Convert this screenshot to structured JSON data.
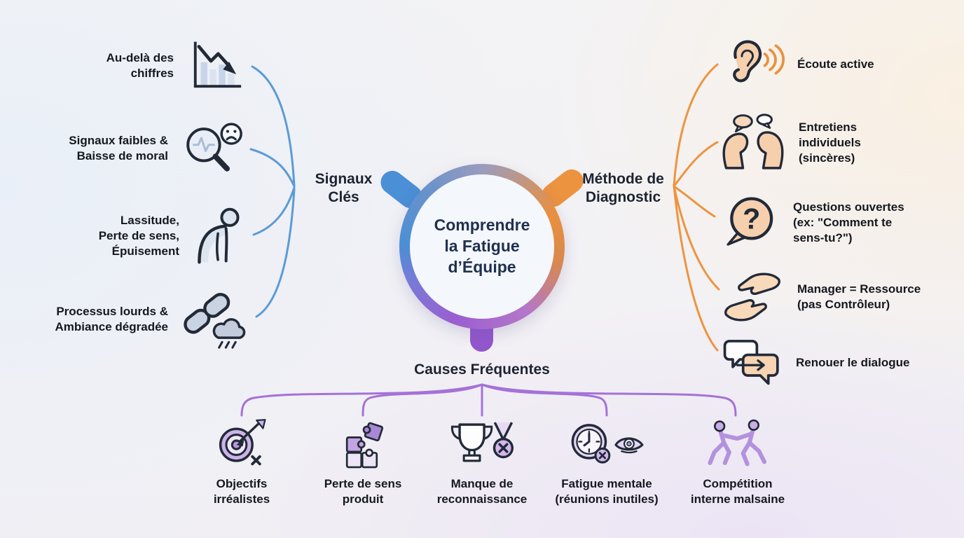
{
  "center": {
    "title_line1": "Comprendre",
    "title_line2": "la Fatigue",
    "title_line3": "d’Équipe"
  },
  "colors": {
    "left_branch": "#5b9bd5",
    "right_branch": "#ed9440",
    "bottom_branch": "#a571d8",
    "ring_blue": "#4b8fd6",
    "ring_orange": "#ec9340",
    "ring_purple": "#9257ce",
    "label_text": "#15181f"
  },
  "branches": {
    "left": {
      "label": "Signaux\nClés",
      "items": [
        {
          "icon": "declining-chart",
          "label": "Au-delà des\nchiffres"
        },
        {
          "icon": "magnifier-sad-face",
          "label": "Signaux faibles &\nBaisse de moral"
        },
        {
          "icon": "slumped-person",
          "label": "Lassitude,\nPerte de sens,\nÉpuisement"
        },
        {
          "icon": "chain-rain-cloud",
          "label": "Processus lourds &\nAmbiance dégradée"
        }
      ]
    },
    "right": {
      "label": "Méthode de\nDiagnostic",
      "items": [
        {
          "icon": "ear-listening",
          "label": "Écoute active"
        },
        {
          "icon": "two-faces-talking",
          "label": "Entretiens\nindividuels\n(sincères)"
        },
        {
          "icon": "question-speech-bubble",
          "label": "Questions ouvertes\n(ex: \"Comment te\nsens-tu?\")"
        },
        {
          "icon": "giving-hands",
          "label": "Manager = Ressource\n(pas Contrôleur)"
        },
        {
          "icon": "dialogue-bubbles-arrow",
          "label": "Renouer le dialogue"
        }
      ]
    },
    "bottom": {
      "label": "Causes Fréquentes",
      "items": [
        {
          "icon": "target-arrow-x",
          "label": "Objectifs\nirréalistes"
        },
        {
          "icon": "puzzle-pieces",
          "label": "Perte de sens\nproduit"
        },
        {
          "icon": "trophy-medal-x",
          "label": "Manque de\nreconnaissance"
        },
        {
          "icon": "clock-x-eye",
          "label": "Fatigue mentale\n(réunions inutiles)"
        },
        {
          "icon": "people-fighting",
          "label": "Compétition\ninterne malsaine"
        }
      ]
    }
  }
}
